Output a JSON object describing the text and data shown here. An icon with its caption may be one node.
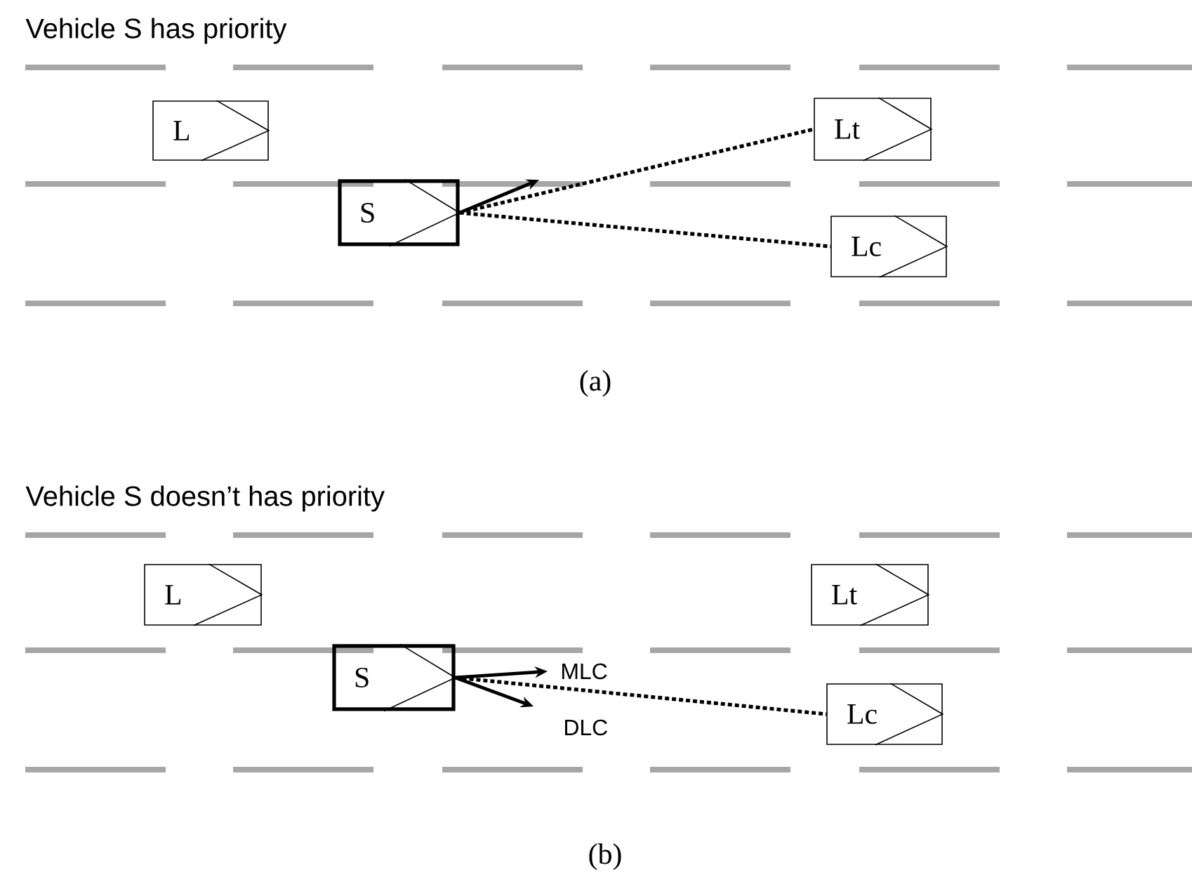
{
  "diagram": {
    "nodes": [
      {
        "text": [
          "L"
        ]
      },
      {
        "text": [
          "Lt"
        ]
      },
      {
        "text": [
          "S"
        ]
      },
      {
        "text": [
          "Lc"
        ]
      },
      {
        "text": [
          "L"
        ]
      },
      {
        "text": [
          "Lt"
        ]
      },
      {
        "text": [
          "S"
        ]
      },
      {
        "text": [
          "Lc"
        ]
      }
    ],
    "edges": [
      {
        "from": 2,
        "to": null,
        "arrow": "to"
      },
      {
        "from": 2,
        "to": 1,
        "arrow": "none",
        "style": "dashed"
      },
      {
        "from": 2,
        "to": 3,
        "arrow": "none",
        "style": "dashed"
      },
      {
        "from": 6,
        "to": null,
        "arrow": "to",
        "label": "MLC"
      },
      {
        "from": 6,
        "to": null,
        "arrow": "to",
        "label": "DLC"
      },
      {
        "from": 6,
        "to": 7,
        "arrow": "none",
        "style": "dashed"
      }
    ],
    "labels": [
      "Vehicle S has priority",
      "(a)",
      "Vehicle S doesn’t has  priority",
      "(b)"
    ]
  }
}
